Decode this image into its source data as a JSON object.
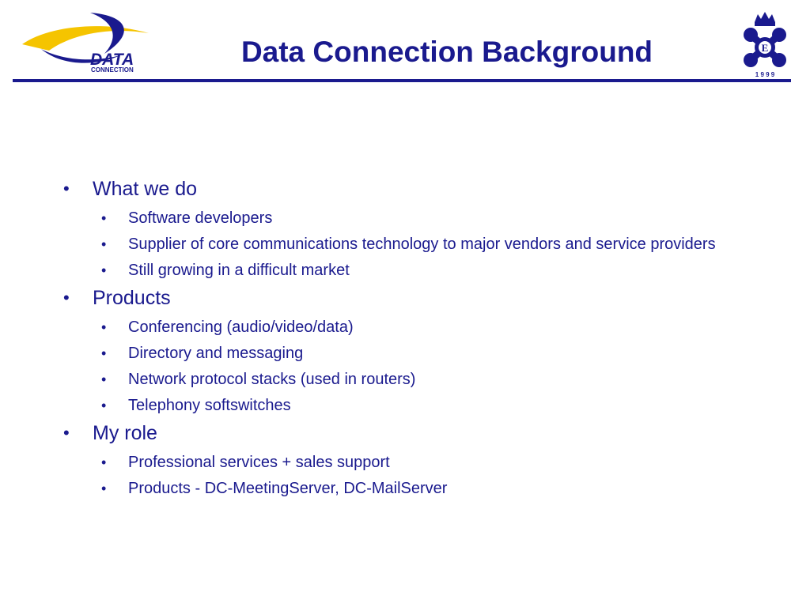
{
  "slide": {
    "title": "Data Connection Background",
    "logo": {
      "line1": "DATA",
      "line2": "CONNECTION"
    },
    "emblem": {
      "year": "1 9 9 9",
      "letter": "E"
    },
    "colors": {
      "text": "#1a1a8e",
      "rule": "#1a1a8e",
      "swoosh": "#f5c400",
      "swoosh_dark": "#1a1a8e"
    },
    "bullet_glyph": "•",
    "sections": [
      {
        "heading": "What we do",
        "items": [
          "Software developers",
          "Supplier of core communications technology to major vendors and service providers",
          "Still growing in a difficult market"
        ]
      },
      {
        "heading": "Products",
        "items": [
          "Conferencing (audio/video/data)",
          "Directory and messaging",
          "Network protocol stacks (used in routers)",
          "Telephony softswitches"
        ]
      },
      {
        "heading": "My role",
        "items": [
          "Professional services + sales support",
          "Products - DC-MeetingServer, DC-MailServer"
        ]
      }
    ]
  }
}
